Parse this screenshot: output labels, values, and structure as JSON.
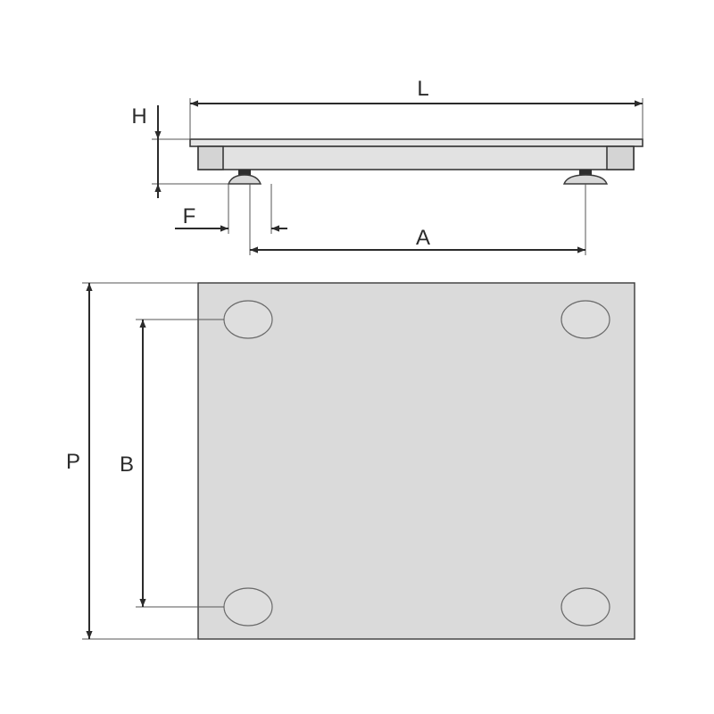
{
  "labels": {
    "length": "L",
    "height": "H",
    "foot": "F",
    "foot_spacing_x": "A",
    "width": "P",
    "foot_spacing_y": "B"
  },
  "colors": {
    "platform_fill": "#dadada",
    "deck_fill": "#e6e6e6",
    "foot_fill": "#d8d8d8",
    "foot_dark": "#2e2e2e",
    "line": "#2b2b2b"
  }
}
